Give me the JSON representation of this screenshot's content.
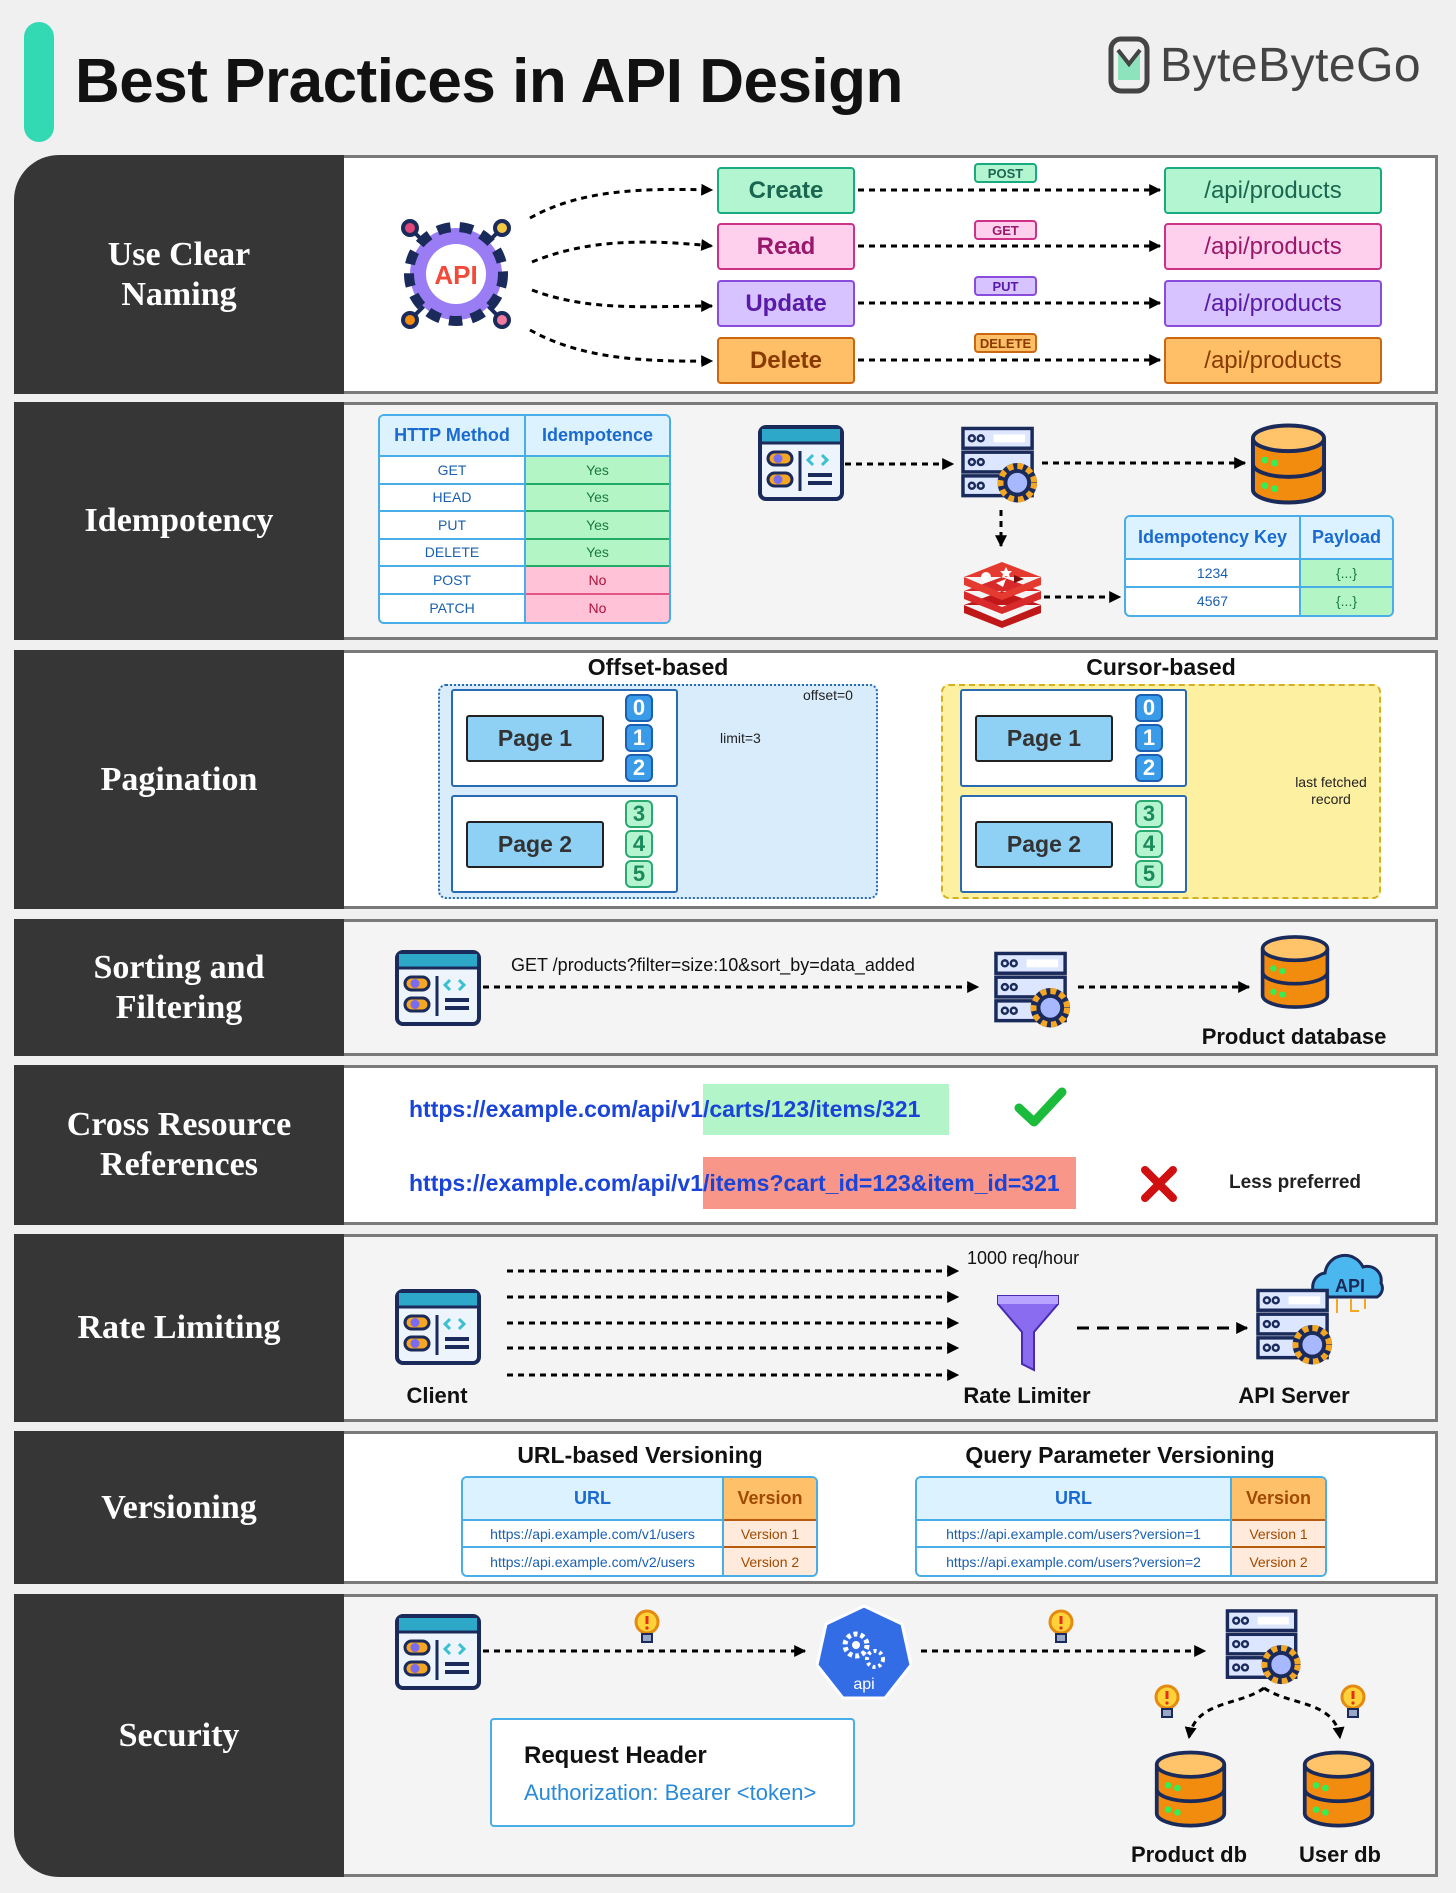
{
  "header": {
    "title": "Best Practices in API Design",
    "brand": "ByteByteGo"
  },
  "sections": [
    "Use Clear\nNaming",
    "Idempotency",
    "Pagination",
    "Sorting and\nFiltering",
    "Cross Resource\nReferences",
    "Rate Limiting",
    "Versioning",
    "Security"
  ],
  "naming": {
    "api_icon_text": "API",
    "rows": [
      {
        "action": "Create",
        "method": "POST",
        "endpoint": "/api/products",
        "color": {
          "bg": "#b3f5d0",
          "border": "#1aaa80",
          "text": "#1a6650"
        }
      },
      {
        "action": "Read",
        "method": "GET",
        "endpoint": "/api/products",
        "color": {
          "bg": "#ffd0ee",
          "border": "#cc3388",
          "text": "#99186a"
        }
      },
      {
        "action": "Update",
        "method": "PUT",
        "endpoint": "/api/products",
        "color": {
          "bg": "#d6c3ff",
          "border": "#8a4cdd",
          "text": "#5a1aa8"
        }
      },
      {
        "action": "Delete",
        "method": "DELETE",
        "endpoint": "/api/products",
        "color": {
          "bg": "#ffbf66",
          "border": "#cc6611",
          "text": "#8a3a00"
        }
      }
    ]
  },
  "idempotency": {
    "methods_table": {
      "headers": [
        "HTTP Method",
        "Idempotence"
      ],
      "rows": [
        [
          "GET",
          "Yes"
        ],
        [
          "HEAD",
          "Yes"
        ],
        [
          "PUT",
          "Yes"
        ],
        [
          "DELETE",
          "Yes"
        ],
        [
          "POST",
          "No"
        ],
        [
          "PATCH",
          "No"
        ]
      ]
    },
    "key_table": {
      "headers": [
        "Idempotency Key",
        "Payload"
      ],
      "rows": [
        [
          "1234",
          "{...}"
        ],
        [
          "4567",
          "{...}"
        ]
      ]
    }
  },
  "pagination": {
    "offset": {
      "title": "Offset-based",
      "offset_label": "offset=0",
      "limit_label": "limit=3"
    },
    "cursor": {
      "title": "Cursor-based",
      "cursor_label": "last fetched\nrecord"
    },
    "pages": [
      {
        "label": "Page 1",
        "records": [
          "0",
          "1",
          "2"
        ]
      },
      {
        "label": "Page 2",
        "records": [
          "3",
          "4",
          "5"
        ]
      }
    ]
  },
  "sorting": {
    "request": "GET /products?filter=size:10&sort_by=data_added",
    "db_label": "Product database"
  },
  "cross_ref": {
    "good": {
      "base": "https://example.com/api/v1",
      "path": "/carts/123/items/321",
      "icon": "check-icon"
    },
    "bad": {
      "base": "https://example.com/api/v1",
      "path": "/items?cart_id=123&item_id=321",
      "icon": "cross-icon",
      "note": "Less preferred"
    }
  },
  "rate_limiting": {
    "client": "Client",
    "limit": "1000 req/hour",
    "limiter": "Rate Limiter",
    "server": "API Server",
    "cloud_text": "API"
  },
  "versioning": {
    "url_based": {
      "title": "URL-based Versioning",
      "headers": [
        "URL",
        "Version"
      ],
      "rows": [
        [
          "https://api.example.com/v1/users",
          "Version 1"
        ],
        [
          "https://api.example.com/v2/users",
          "Version 2"
        ]
      ]
    },
    "query_based": {
      "title": "Query Parameter Versioning",
      "headers": [
        "URL",
        "Version"
      ],
      "rows": [
        [
          "https://api.example.com/users?version=1",
          "Version 1"
        ],
        [
          "https://api.example.com/users?version=2",
          "Version 2"
        ]
      ]
    }
  },
  "security": {
    "header_title": "Request Header",
    "header_value": "Authorization: Bearer <token>",
    "gateway_text": "api",
    "db1": "Product db",
    "db2": "User db"
  }
}
